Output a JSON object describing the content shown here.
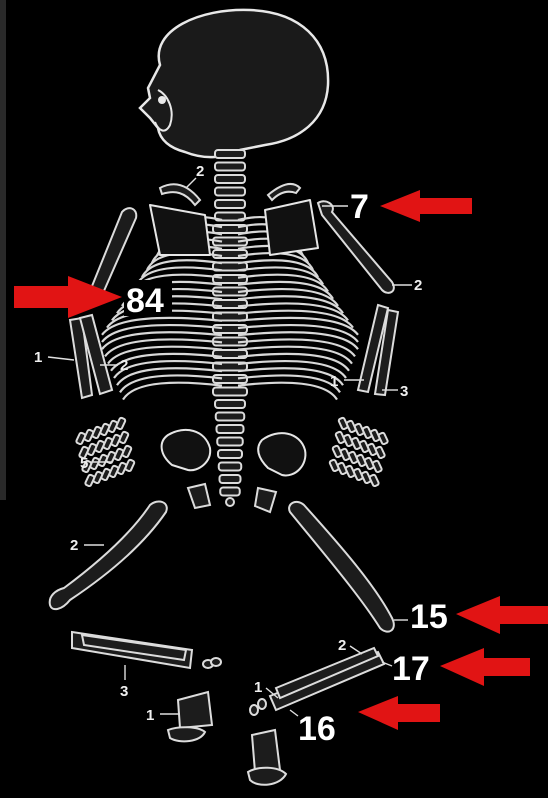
{
  "colors": {
    "background": "#000000",
    "bone_outline": "#e6e6e6",
    "arrow": "#e11414"
  },
  "callouts": {
    "shoulder": "7",
    "arm": "84",
    "femur": "15",
    "tibia": "17",
    "fibula": "16"
  },
  "labels": {
    "clavicle_count": "2",
    "humerus_right": "2",
    "forearm_left_1": "1",
    "forearm_left_2": "2",
    "forearm_right_1": "1",
    "forearm_right_3": "3",
    "hand_left": "5",
    "femur_left": "2",
    "leg_left": "3",
    "foot_left": "1",
    "leg_right_2": "2",
    "leg_right_1": "1"
  }
}
